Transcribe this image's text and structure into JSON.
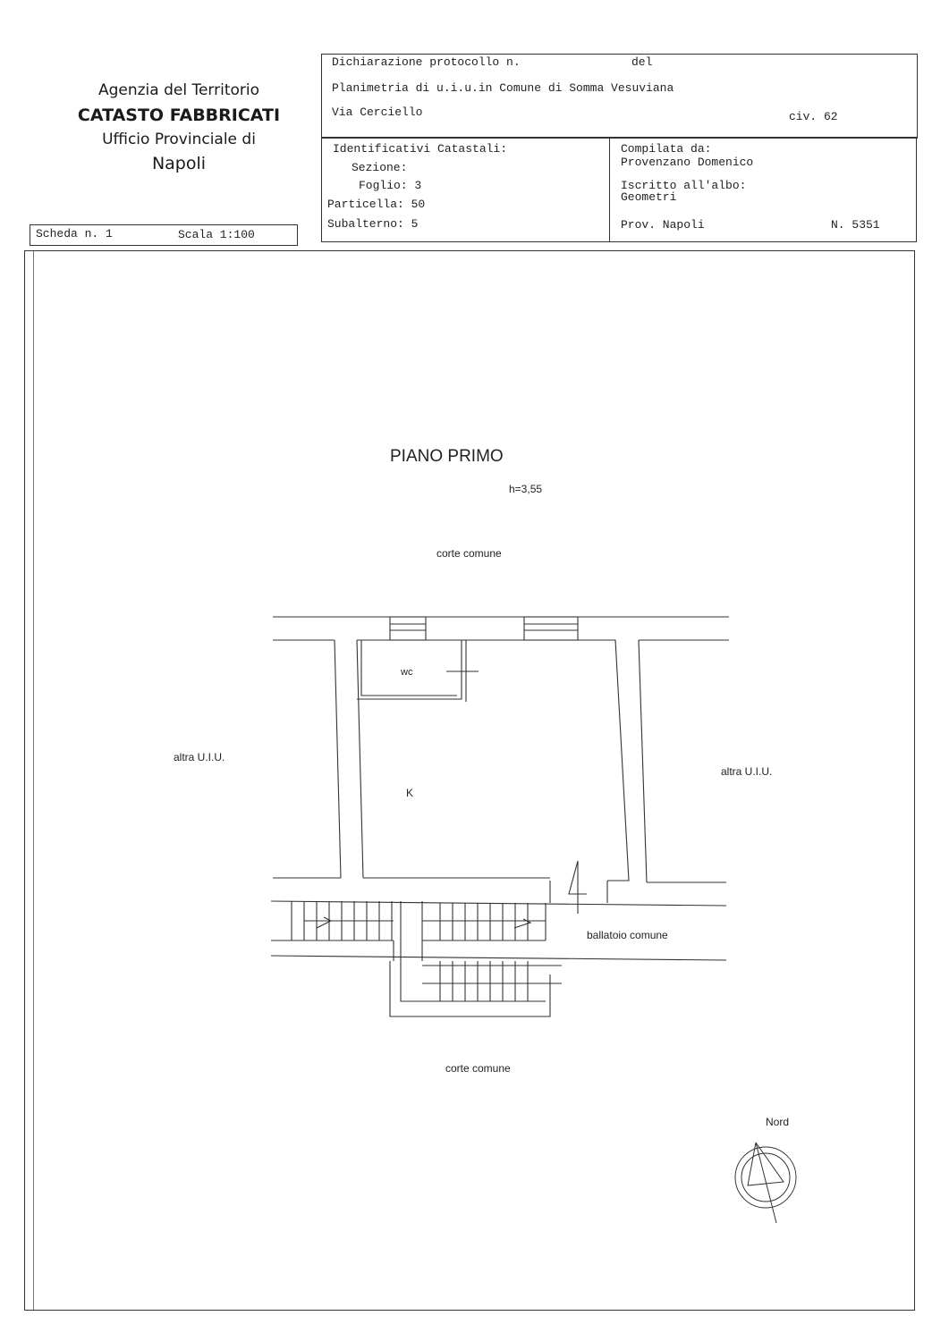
{
  "agency": {
    "line1": "Agenzia del Territorio",
    "line2": "CATASTO FABBRICATI",
    "line3": "Ufficio Provinciale di",
    "line4": "Napoli"
  },
  "header": {
    "protocol_label": "Dichiarazione protocollo n.",
    "del_label": "del",
    "planimetria": "Planimetria di u.i.u.in Comune di Somma Vesuviana",
    "address": "Via Cerciello",
    "civ": "civ. 62"
  },
  "identifiers": {
    "title": "Identificativi Catastali:",
    "sezione": "Sezione:",
    "foglio": "Foglio: 3",
    "particella": "Particella: 50",
    "subalterno": "Subalterno: 5"
  },
  "compiler": {
    "label": "Compilata da:",
    "name": "Provenzano Domenico",
    "albo_label": "Iscritto all'albo:",
    "albo": "Geometri",
    "prov": "Prov. Napoli",
    "number": "N.  5351"
  },
  "sheet": {
    "scheda": "Scheda n. 1",
    "scala": "Scala 1:100"
  },
  "plan": {
    "floor_title": "PIANO PRIMO",
    "height": "h=3,55",
    "corte_top": "corte comune",
    "wc": "wc",
    "k": "K",
    "altra_left": "altra U.I.U.",
    "altra_right": "altra U.I.U.",
    "ballatoio": "ballatoio comune",
    "corte_bottom": "corte comune",
    "nord": "Nord"
  }
}
